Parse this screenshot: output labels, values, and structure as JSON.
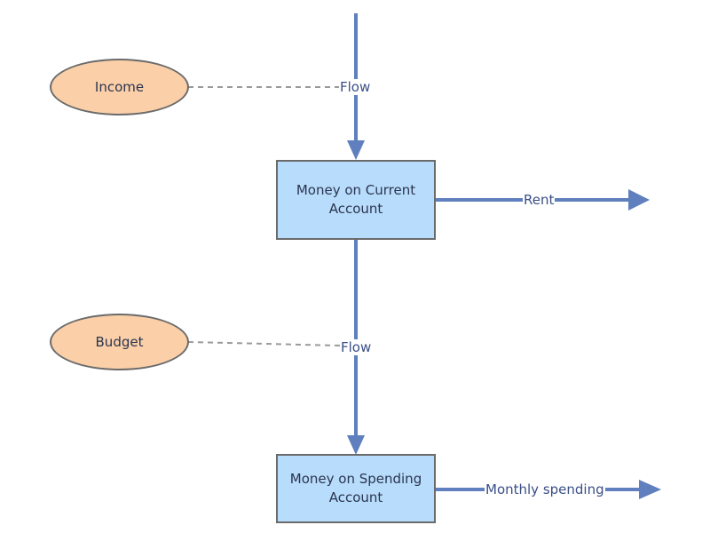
{
  "diagram": {
    "colors": {
      "flow_line": "#5f7fbe",
      "dashed_link": "#9a9a9a",
      "stock_fill": "#b8dcfb",
      "stock_border": "#6b6b6b",
      "aux_fill": "#fbcfa8",
      "label_text": "#3a4f87"
    },
    "nodes": {
      "income": "Income",
      "budget": "Budget",
      "current_account": "Money on Current Account",
      "spending_account": "Money on Spending Account"
    },
    "edges": {
      "flow_in": "Flow",
      "flow_between": "Flow",
      "rent": "Rent",
      "monthly_spending": "Monthly spending"
    }
  }
}
